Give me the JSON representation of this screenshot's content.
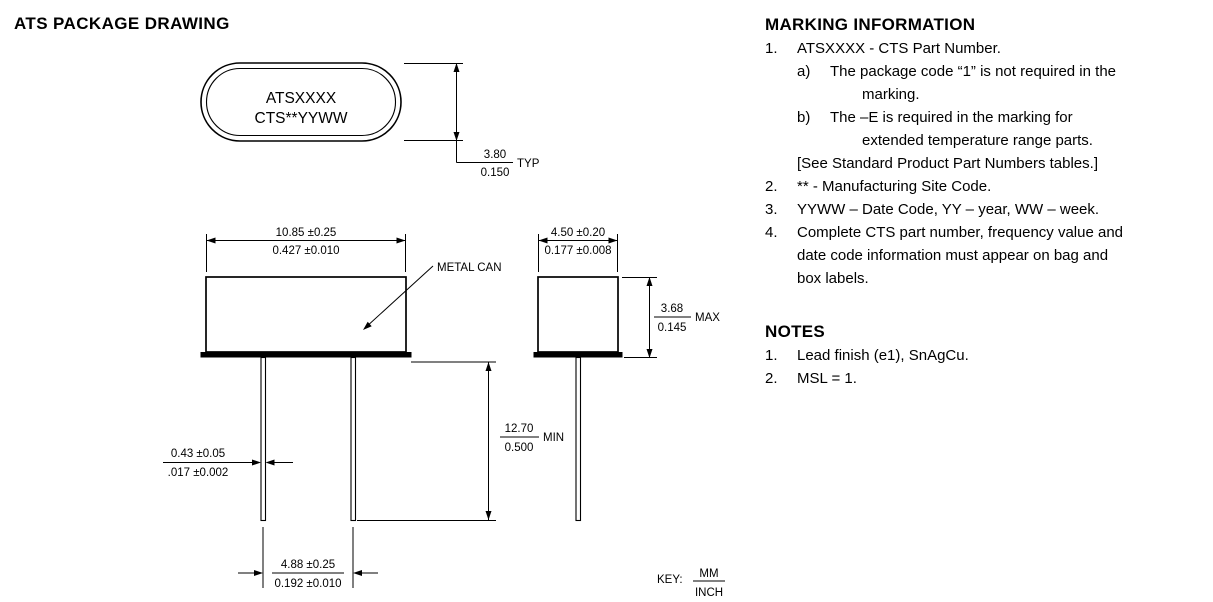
{
  "page": {
    "drawing_title": "ATS PACKAGE DRAWING"
  },
  "drawing": {
    "top_view": {
      "marking_line1": "ATSXXXX",
      "marking_line2": "CTS**YYWW"
    },
    "dim_height": {
      "mm": "3.80",
      "inch": "0.150",
      "qual": "TYP"
    },
    "dim_body_width": {
      "mm": "10.85 ±0.25",
      "inch": "0.427 ±0.010"
    },
    "metal_can_label": "METAL CAN",
    "dim_lead_thickness": {
      "mm": "0.43 ±0.05",
      "inch": ".017 ±0.002"
    },
    "dim_lead_length": {
      "mm": "12.70",
      "inch": "0.500",
      "qual": "MIN"
    },
    "dim_lead_spacing": {
      "mm": "4.88 ±0.25",
      "inch": "0.192 ±0.010"
    },
    "dim_body_depth": {
      "mm": "4.50 ±0.20",
      "inch": "0.177 ±0.008"
    },
    "dim_can_height": {
      "mm": "3.68",
      "inch": "0.145",
      "qual": "MAX"
    },
    "key": {
      "label": "KEY:",
      "numerator": "MM",
      "denominator": "INCH"
    }
  },
  "marking": {
    "title": "MARKING INFORMATION",
    "item1": {
      "num": "1.",
      "text": "ATSXXXX - CTS Part Number."
    },
    "item1a": {
      "num": "a)",
      "lines": [
        "The package code “1” is not required in the",
        "marking."
      ]
    },
    "item1b": {
      "num": "b)",
      "lines": [
        "The –E is required in the marking for",
        "extended temperature range parts."
      ]
    },
    "bracket_note": "[See Standard Product Part Numbers tables.]",
    "item2": {
      "num": "2.",
      "text": "** - Manufacturing Site Code."
    },
    "item3": {
      "num": "3.",
      "text": "YYWW – Date Code, YY – year, WW – week."
    },
    "item4": {
      "num": "4.",
      "lines": [
        "Complete CTS part number, frequency value and",
        "date code information must appear on bag and",
        "box labels."
      ]
    }
  },
  "notes": {
    "title": "NOTES",
    "item1": {
      "num": "1.",
      "text": "Lead finish (e1), SnAgCu."
    },
    "item2": {
      "num": "2.",
      "text": "MSL = 1."
    }
  }
}
